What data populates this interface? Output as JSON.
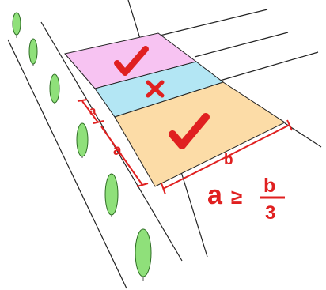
{
  "labels": {
    "a_small": "a",
    "a_large": "a",
    "b": "b"
  },
  "formula": {
    "lhs": "a",
    "op": "≥",
    "numerator": "b",
    "denominator": "3"
  },
  "bands": [
    {
      "name": "top",
      "color": "#f7c3f2",
      "mark": "check-icon"
    },
    {
      "name": "middle",
      "color": "#b3e6f4",
      "mark": "cross-icon"
    },
    {
      "name": "bottom",
      "color": "#fcdca7",
      "mark": "check-icon"
    }
  ],
  "colors": {
    "accent": "#e02020",
    "line": "#222222",
    "tree": "#8fe07a",
    "tree_outline": "#2e6e24"
  }
}
